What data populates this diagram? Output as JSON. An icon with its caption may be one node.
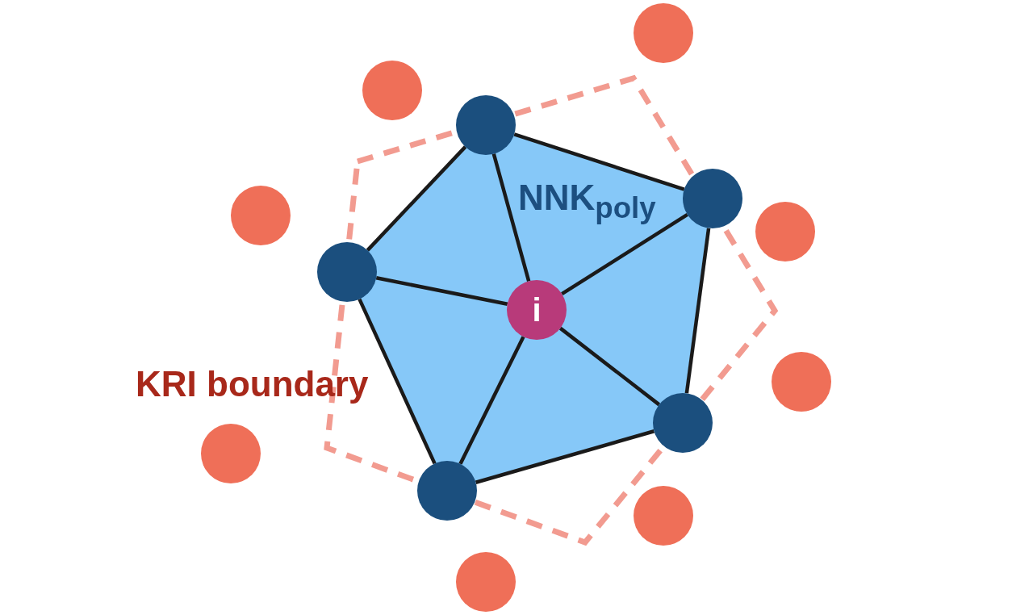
{
  "diagram": {
    "nodes": [
      {
        "text": [
          "NNK$_{poly}$"
        ]
      },
      {
        "text": [
          "i"
        ],
        "in": 0
      },
      {
        "text": [],
        "shape": "circle"
      },
      {
        "text": [],
        "shape": "circle"
      },
      {
        "text": [],
        "shape": "circle"
      },
      {
        "text": [],
        "shape": "circle"
      },
      {
        "text": [],
        "shape": "circle"
      },
      {
        "text": [],
        "shape": "circle"
      },
      {
        "text": [],
        "shape": "circle"
      },
      {
        "text": [],
        "shape": "circle"
      },
      {
        "text": [],
        "shape": "circle"
      },
      {
        "text": [],
        "shape": "circle"
      },
      {
        "text": [],
        "shape": "circle"
      },
      {
        "text": [],
        "shape": "circle"
      },
      {
        "text": [],
        "shape": "circle"
      }
    ],
    "edges": [
      {
        "from": 2,
        "to": 3,
        "arrow": "none"
      },
      {
        "from": 3,
        "to": 5,
        "arrow": "none"
      },
      {
        "from": 5,
        "to": 6,
        "arrow": "none"
      },
      {
        "from": 6,
        "to": 4,
        "arrow": "none"
      },
      {
        "from": 4,
        "to": 2,
        "arrow": "none"
      },
      {
        "from": 1,
        "to": 2,
        "arrow": "none"
      },
      {
        "from": 1,
        "to": 3,
        "arrow": "none"
      },
      {
        "from": 1,
        "to": 4,
        "arrow": "none"
      },
      {
        "from": 1,
        "to": 5,
        "arrow": "none"
      },
      {
        "from": 1,
        "to": 6,
        "arrow": "none"
      }
    ],
    "labels": [
      "KRI boundary"
    ]
  }
}
